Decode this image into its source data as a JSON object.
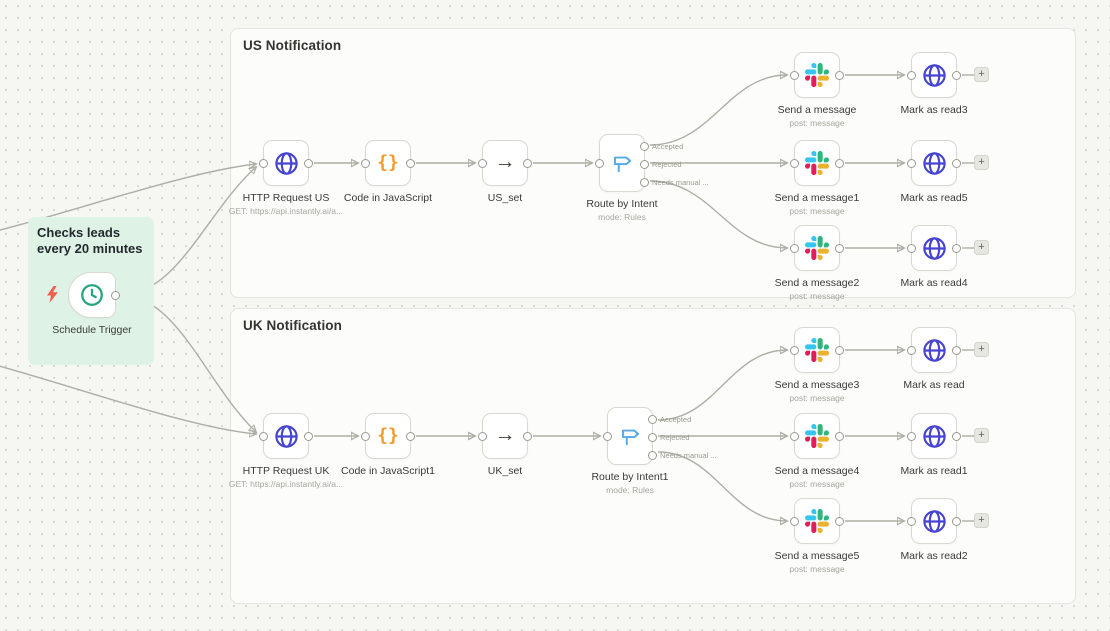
{
  "groups": {
    "us": {
      "title": "US Notification"
    },
    "uk": {
      "title": "UK Notification"
    }
  },
  "sticky": {
    "text": "Checks leads every 20 minutes"
  },
  "trigger": {
    "label": "Schedule Trigger"
  },
  "route_outputs": {
    "accepted": "Accepted",
    "rejected": "Rejected",
    "needs_manual": "Needs manual ..."
  },
  "nodes": {
    "http_us": {
      "label": "HTTP Request US",
      "sub": "GET: https://api.instantly.ai/a..."
    },
    "code_us": {
      "label": "Code in JavaScript",
      "sub": ""
    },
    "us_set": {
      "label": "US_set",
      "sub": ""
    },
    "route_us": {
      "label": "Route by Intent",
      "sub": "mode: Rules"
    },
    "slack_us_1": {
      "label": "Send a message",
      "sub": "post: message"
    },
    "slack_us_2": {
      "label": "Send a message1",
      "sub": "post: message"
    },
    "slack_us_3": {
      "label": "Send a message2",
      "sub": "post: message"
    },
    "mark_us_1": {
      "label": "Mark as read3"
    },
    "mark_us_2": {
      "label": "Mark as read5"
    },
    "mark_us_3": {
      "label": "Mark as read4"
    },
    "http_uk": {
      "label": "HTTP Request UK",
      "sub": "GET: https://api.instantly.ai/a..."
    },
    "code_uk": {
      "label": "Code in JavaScript1",
      "sub": ""
    },
    "uk_set": {
      "label": "UK_set",
      "sub": ""
    },
    "route_uk": {
      "label": "Route by Intent1",
      "sub": "mode: Rules"
    },
    "slack_uk_1": {
      "label": "Send a message3",
      "sub": "post: message"
    },
    "slack_uk_2": {
      "label": "Send a message4",
      "sub": "post: message"
    },
    "slack_uk_3": {
      "label": "Send a message5",
      "sub": "post: message"
    },
    "mark_uk_1": {
      "label": "Mark as read"
    },
    "mark_uk_2": {
      "label": "Mark as read1"
    },
    "mark_uk_3": {
      "label": "Mark as read2"
    }
  },
  "icons": {
    "code_glyph": "{}",
    "set_glyph": "→",
    "plus_glyph": "+"
  },
  "colors": {
    "canvas_bg": "#f6f6f3",
    "group_bg": "#fcfcfa",
    "sticky_bg": "#def2e6",
    "edge": "#aeaea6",
    "globe_icon": "#4644d0",
    "code_icon": "#f5992b",
    "route_icon": "#55a9e8",
    "clock_icon": "#27a67e",
    "bolt_icon": "#ee5f50",
    "slack_blue": "#36C5F0",
    "slack_green": "#2EB67D",
    "slack_red": "#E01E5A",
    "slack_yellow": "#ECB22E"
  }
}
